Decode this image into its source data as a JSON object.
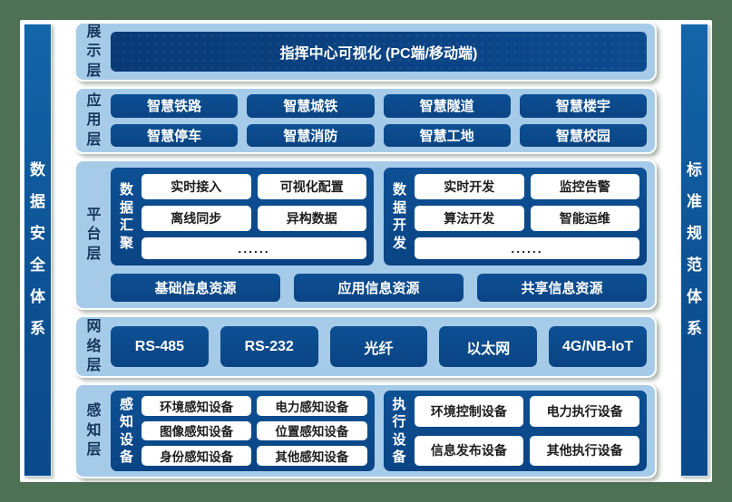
{
  "side_bars": {
    "left_label": "数据安全体系",
    "right_label": "标准规范体系"
  },
  "layers": {
    "display": {
      "label": "展示层",
      "box_label": "指挥中心可视化 (PC端/移动端)"
    },
    "application": {
      "label": "应用层",
      "items": [
        "智慧铁路",
        "智慧城铁",
        "智慧隧道",
        "智慧楼宇",
        "智慧停车",
        "智慧消防",
        "智慧工地",
        "智慧校园"
      ]
    },
    "platform": {
      "label": "平台层",
      "groups": [
        {
          "title": "数据汇聚",
          "items": [
            "实时接入",
            "可视化配置",
            "离线同步",
            "异构数据"
          ],
          "more": "......"
        },
        {
          "title": "数据开发",
          "items": [
            "实时开发",
            "监控告警",
            "算法开发",
            "智能运维"
          ],
          "more": "......"
        }
      ],
      "resources": [
        "基础信息资源",
        "应用信息资源",
        "共享信息资源"
      ]
    },
    "network": {
      "label": "网络层",
      "items": [
        "RS-485",
        "RS-232",
        "光纤",
        "以太网",
        "4G/NB-IoT"
      ]
    },
    "perception": {
      "label": "感知层",
      "groups": [
        {
          "title": "感知设备",
          "items": [
            "环境感知设备",
            "电力感知设备",
            "图像感知设备",
            "位置感知设备",
            "身份感知设备",
            "其他感知设备"
          ]
        },
        {
          "title": "执行设备",
          "items": [
            "环境控制设备",
            "电力执行设备",
            "信息发布设备",
            "其他执行设备"
          ]
        }
      ]
    }
  },
  "colors": {
    "frame_green": "#4e7054",
    "panel_light_blue": "#a6cbe9",
    "box_navy": "#0b4889",
    "display_navy": "#0a3e7d",
    "sidebar_blue": "#0d5294",
    "label_navy": "#16365c"
  }
}
